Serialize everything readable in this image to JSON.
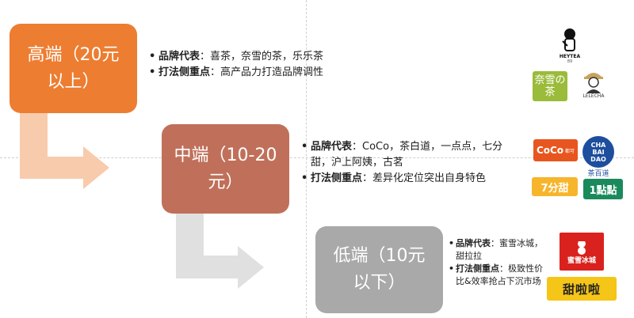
{
  "tiers": [
    {
      "label_line1": "高端（20元",
      "label_line2": "以上）",
      "brands_key": "品牌代表",
      "brands_value": "：喜茶，奈雪的茶，乐乐茶",
      "focus_key": "打法侧重点",
      "focus_value": "：高产品力打造品牌调性"
    },
    {
      "label_line1": "中端（10-20",
      "label_line2": "元）",
      "brands_key": "品牌代表",
      "brands_value": "：CoCo，茶白道，一点点，七分甜，沪上阿姨，古茗",
      "focus_key": "打法侧重点",
      "focus_value": "：差异化定位突出自身特色"
    },
    {
      "label_line1": "低端（10元",
      "label_line2": "以下）",
      "brands_key": "品牌代表",
      "brands_value": "：蜜雪冰城，甜拉拉",
      "focus_key": "打法侧重点",
      "focus_value": "：极致性价比&效率抢占下沉市场"
    }
  ],
  "logos": {
    "heytea_text": "HEYTEA",
    "heytea_sub": "89",
    "naixue_text": "奈雪の茶",
    "lelecha_text": "LELECHA",
    "coco_text": "CoCo",
    "coco_sub": "都可",
    "chabaidao_text": "CHA BAI DAO",
    "chabaidao_cn": "茶百道",
    "qifentian_text": "7分甜",
    "yidiandian_text": "1點點",
    "mixue_text": "蜜雪冰城",
    "tianlala_text": "甜啦啦"
  },
  "colors": {
    "high": "#ed7d31",
    "mid": "#c0705a",
    "low": "#a9a9a9",
    "arrow_high": "#f8cbad",
    "arrow_mid": "#e0e0e0"
  }
}
